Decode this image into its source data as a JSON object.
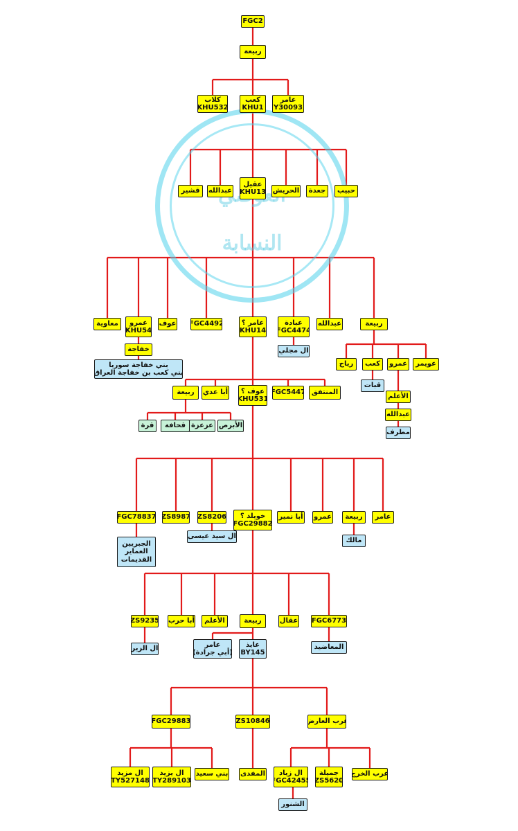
{
  "colors": {
    "line": "#e21a1a",
    "yellow_node": "#ffff00",
    "blue_node": "#bfe6f7",
    "green_node": "#c7f2d8",
    "seal": "#50d2eb"
  },
  "seal": {
    "line1": "العوضي",
    "line2": "النسابة"
  },
  "nodes": {
    "fgc2": [
      "FGC2"
    ],
    "rabia1": [
      "ربيعة"
    ],
    "kilab": [
      "كلاب",
      "KHU532"
    ],
    "kaab": [
      "كعب",
      "KHU1"
    ],
    "amer1": [
      "عامر",
      "Y30093"
    ],
    "qushayr": [
      "قشير"
    ],
    "abdullah1": [
      "عبدالله"
    ],
    "aqil": [
      "عقيل",
      "KHU13"
    ],
    "huraysh": [
      "الحريش"
    ],
    "jaada": [
      "جعدة"
    ],
    "habib": [
      "حبيب"
    ],
    "muawiya": [
      "معاوية"
    ],
    "amro1": [
      "عمرو",
      "KHU54"
    ],
    "awf1": [
      "عوف"
    ],
    "fgc4492": [
      "FGC4492"
    ],
    "amer2": [
      "عامر ؟",
      "KHU14"
    ],
    "ubada": [
      "عبادة",
      "FGC4474"
    ],
    "abdullah2": [
      "عبدالله"
    ],
    "rabia2": [
      "ربيعة"
    ],
    "khafaja": [
      "خفاجة"
    ],
    "khafaja_tribes": [
      "بني خفاجة سوريا",
      "بني كعب بن خفاجة العراق"
    ],
    "al_majli": [
      "ال مجلي"
    ],
    "riyah": [
      "رياح"
    ],
    "kaab2": [
      "كعب"
    ],
    "amro2": [
      "عمرو"
    ],
    "uwaymir": [
      "عويمر"
    ],
    "qubbat": [
      "قبات"
    ],
    "alalam1": [
      "الأعلم"
    ],
    "abdullah3": [
      "عبدالله"
    ],
    "mutraf": [
      "مطرف"
    ],
    "rabia3": [
      "ربيعة"
    ],
    "aba_adi": [
      "أبا عدي"
    ],
    "awf2": [
      "عوف ؟",
      "KHU531"
    ],
    "fgc5447": [
      "FGC5447"
    ],
    "muntafiq": [
      "المنتفق"
    ],
    "qurra": [
      "قرة"
    ],
    "quhafa": [
      "قحافة"
    ],
    "azara": [
      "عزعزة"
    ],
    "abras": [
      "الأبرص"
    ],
    "fgc78837": [
      "FGC78837"
    ],
    "zs8987": [
      "ZS8987"
    ],
    "zs8206": [
      "ZS8206"
    ],
    "khuwaylid": [
      "خويلد ؟",
      "FGC29882"
    ],
    "aba_numayr": [
      "أبا نمير"
    ],
    "amro3": [
      "عمرو"
    ],
    "rabia4": [
      "ربيعة"
    ],
    "amer3": [
      "عامر"
    ],
    "jubairin": [
      "الجبريين",
      "العماير",
      "القديمات"
    ],
    "al_sayyid_issa": [
      "ال سيد عيسى"
    ],
    "malik": [
      "مالك"
    ],
    "zs9235": [
      "ZS9235"
    ],
    "aba_harb": [
      "أبا حرب"
    ],
    "alalam2": [
      "الأعلم"
    ],
    "rabia5": [
      "ربيعة"
    ],
    "iqal": [
      "عقال"
    ],
    "fgc6773": [
      "FGC6773"
    ],
    "al_zir": [
      "ال الزير"
    ],
    "amer_abi_jarada": [
      "عامر",
      "(أبي جرادة)"
    ],
    "aid": [
      "عايذ",
      "BY145"
    ],
    "maadid": [
      "المعاضيد"
    ],
    "fgc29883": [
      "FGC29883"
    ],
    "zs10846": [
      "ZS10846"
    ],
    "arab_alarid": [
      "عرب العارض"
    ],
    "al_mazid": [
      "ال مزيد",
      "TY527148"
    ],
    "al_yazid": [
      "ال يزيد",
      "TY289103"
    ],
    "bani_saeed": [
      "بني سعيد"
    ],
    "almafdi": [
      "المفدى"
    ],
    "al_ziyad": [
      "ال زياد",
      "FGC42455"
    ],
    "jumayla": [
      "جميلة",
      "ZS5620"
    ],
    "arab_alkharj": [
      "عرب الخرج"
    ],
    "alshanur": [
      "الشنور"
    ]
  }
}
